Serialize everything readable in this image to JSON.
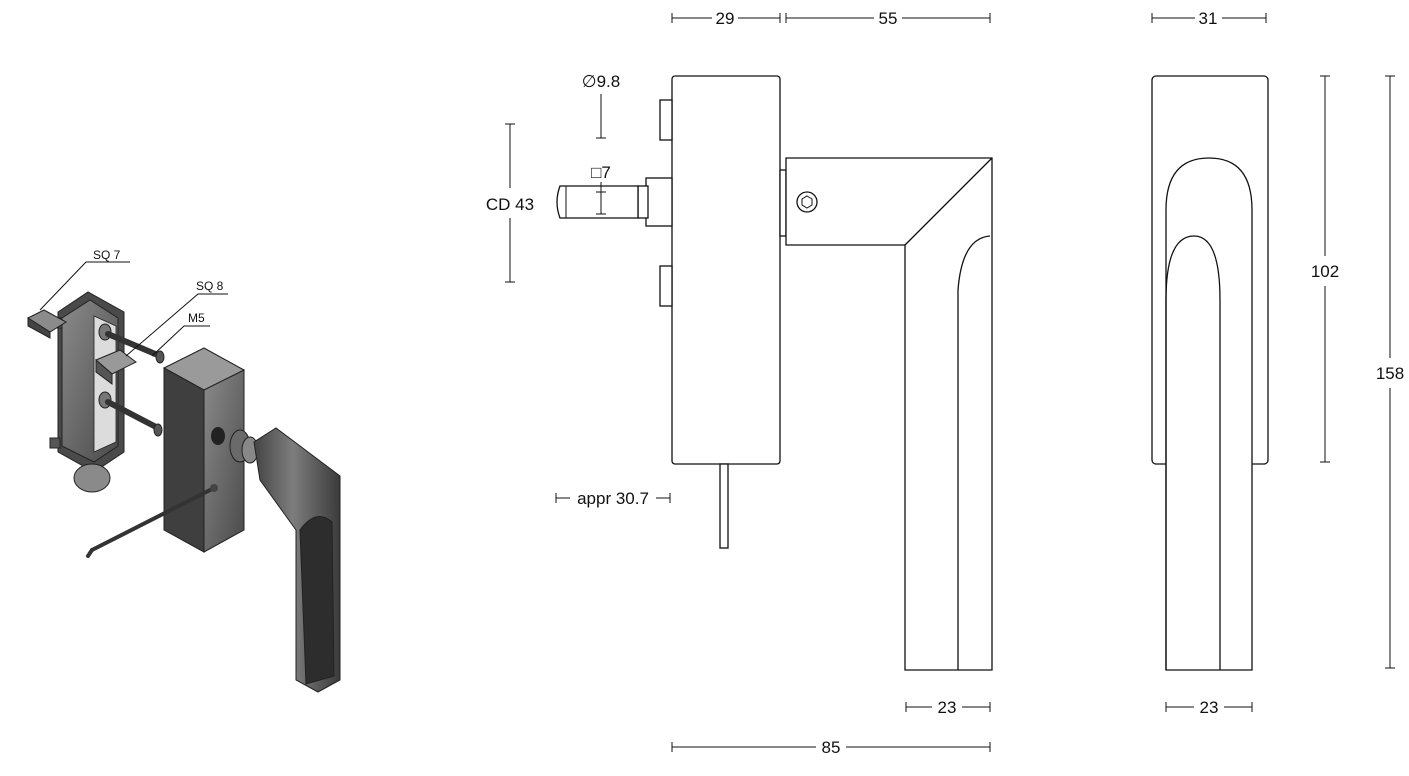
{
  "callouts": {
    "sq7": "SQ 7",
    "sq8": "SQ 8",
    "m5": "M5"
  },
  "dimensions": {
    "w29": "29",
    "w55": "55",
    "w31": "31",
    "spindle_dia": "∅9.8",
    "square7": "□7",
    "cd43": "CD 43",
    "appr": "appr 30.7",
    "w23_side": "23",
    "w23_front": "23",
    "w85": "85",
    "h102": "102",
    "h158": "158"
  }
}
